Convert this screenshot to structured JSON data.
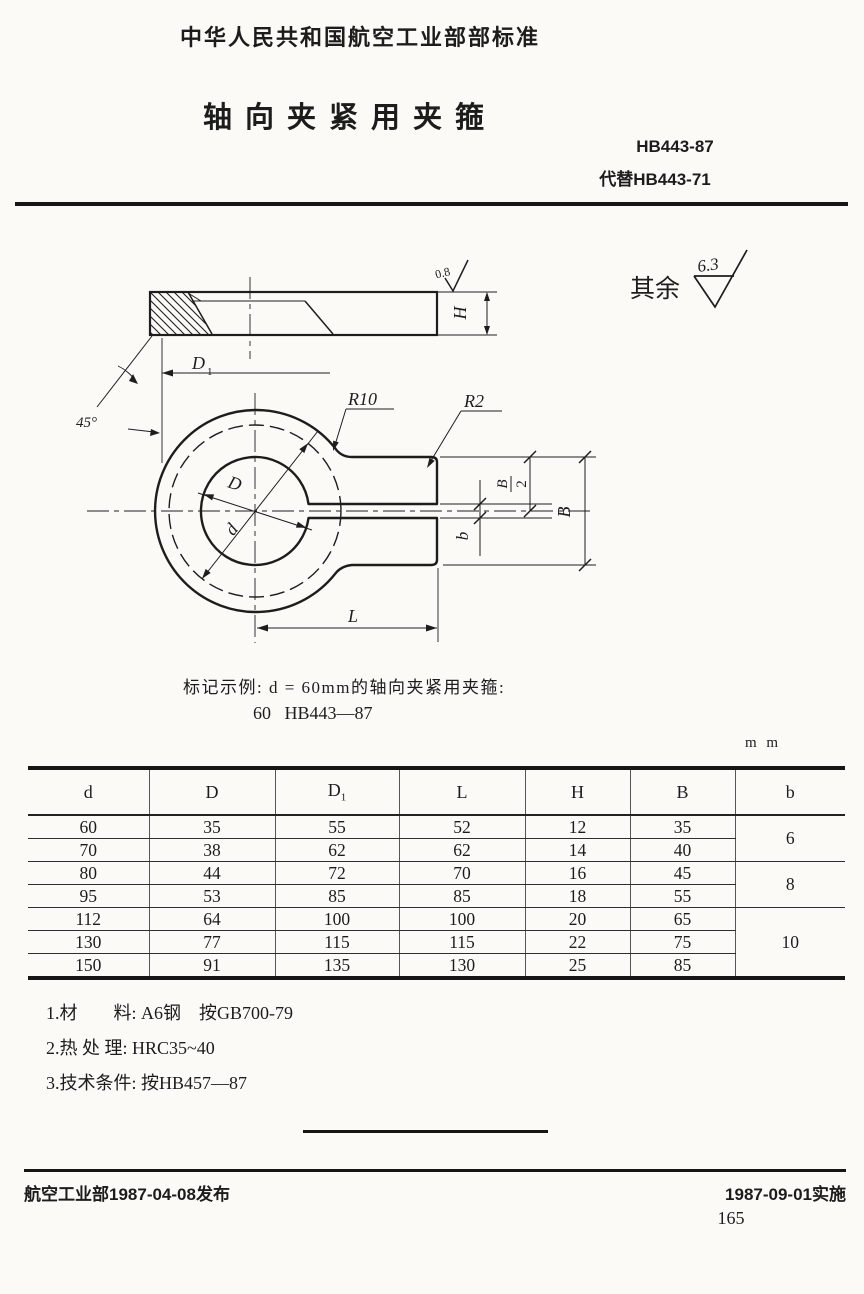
{
  "header": {
    "ministry": "中华人民共和国航空工业部部标准",
    "title": "轴向夹紧用夹箍",
    "standard_no": "HB443-87",
    "supersedes": "代替HB443-71"
  },
  "marking": {
    "line1": "标记示例: d = 60mm的轴向夹紧用夹箍:",
    "line2": "60   HB443—87"
  },
  "drawing": {
    "surface_default_label": "其余",
    "surface_default_value": "6.3",
    "surface_top_value": "0.8",
    "chamfer_angle": "45°",
    "dim_height": "H",
    "dim_d1_base": "D",
    "dim_d1_sub": "1",
    "radius_fillet": "R10",
    "radius_corner": "R2",
    "dim_bore": "D",
    "dim_workpiece": "d",
    "half_width_numerator": "B",
    "half_width_denominator": "2",
    "dim_width": "B",
    "dim_slot": "b",
    "dim_length": "L"
  },
  "table": {
    "unit": "m m",
    "headers": {
      "c1": "d",
      "c2": "D",
      "c3_base": "D",
      "c3_sub": "1",
      "c4": "L",
      "c5": "H",
      "c6": "B",
      "c7": "b"
    },
    "rows": [
      [
        "60",
        "35",
        "55",
        "52",
        "12",
        "35"
      ],
      [
        "70",
        "38",
        "62",
        "62",
        "14",
        "40"
      ],
      [
        "80",
        "44",
        "72",
        "70",
        "16",
        "45"
      ],
      [
        "95",
        "53",
        "85",
        "85",
        "18",
        "55"
      ],
      [
        "112",
        "64",
        "100",
        "100",
        "20",
        "65"
      ],
      [
        "130",
        "77",
        "115",
        "115",
        "22",
        "75"
      ],
      [
        "150",
        "91",
        "135",
        "130",
        "25",
        "85"
      ]
    ],
    "b_values": [
      "6",
      "8",
      "10"
    ]
  },
  "notes": {
    "n1": "1.材　　料: A6钢　按GB700-79",
    "n2": "2.热 处 理: HRC35~40",
    "n3": "3.技术条件: 按HB457—87"
  },
  "footer": {
    "issued": "航空工业部1987-04-08发布",
    "effective": "1987-09-01实施",
    "page_number": "165"
  }
}
